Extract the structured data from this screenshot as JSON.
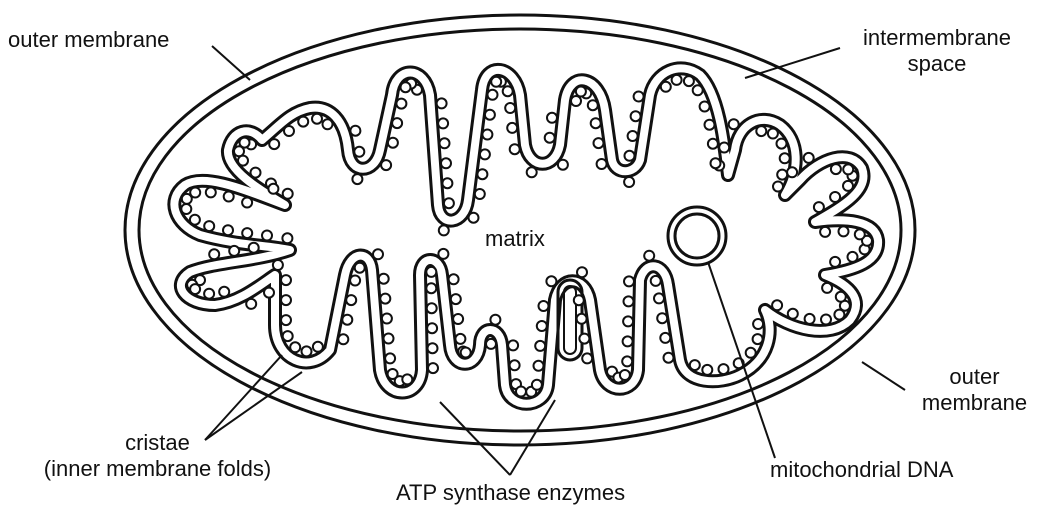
{
  "labels": {
    "outer_membrane_top": "outer membrane",
    "intermembrane_line1": "intermembrane",
    "intermembrane_line2": "space",
    "matrix": "matrix",
    "outer_membrane_right_line1": "outer",
    "outer_membrane_right_line2": "membrane",
    "cristae_line1": "cristae",
    "cristae_line2": "(inner membrane folds)",
    "atp_synthase": "ATP synthase enzymes",
    "mitochondrial_dna": "mitochondrial DNA"
  }
}
